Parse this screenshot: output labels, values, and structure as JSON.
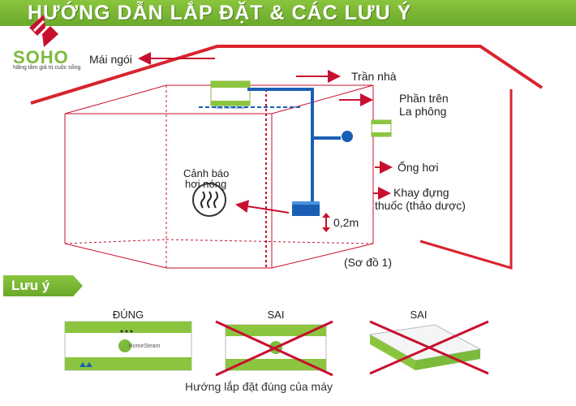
{
  "header": {
    "title": "HƯỚNG DẪN LẮP ĐẶT & CÁC LƯU Ý"
  },
  "logo": {
    "name": "SOHO",
    "tagline": "Nâng tầm giá trị cuộc sống",
    "icon": "soho-logo-icon"
  },
  "diagram": {
    "labels": {
      "roof": "Mái ngói",
      "ceiling": "Trần nhà",
      "false_ceiling_line1": "Phần trên",
      "false_ceiling_line2": "La phông",
      "steam_pipe": "Ống hơi",
      "tray_line1": "Khay đựng",
      "tray_line2": "thuốc (thảo dược)",
      "warning_line1": "Cảnh báo",
      "warning_line2": "hơi nóng",
      "height": "0,2m",
      "figure_number": "(Sơ đồ 1)"
    },
    "unit_panel_text": "Máy Homesteam",
    "warning_icon": "hot-steam-icon"
  },
  "notes": {
    "title": "Lưu ý",
    "columns": [
      {
        "label": "ĐÚNG",
        "status": "correct"
      },
      {
        "label": "SAI",
        "status": "wrong"
      },
      {
        "label": "SAI",
        "status": "wrong"
      }
    ],
    "device_brand": "HomeSteam",
    "caption": "Hướng lắp đặt đúng của máy"
  },
  "colors": {
    "accent_green": "#7cba3c",
    "arrow_red": "#c8102e",
    "pipe_blue": "#1a5fb4"
  }
}
